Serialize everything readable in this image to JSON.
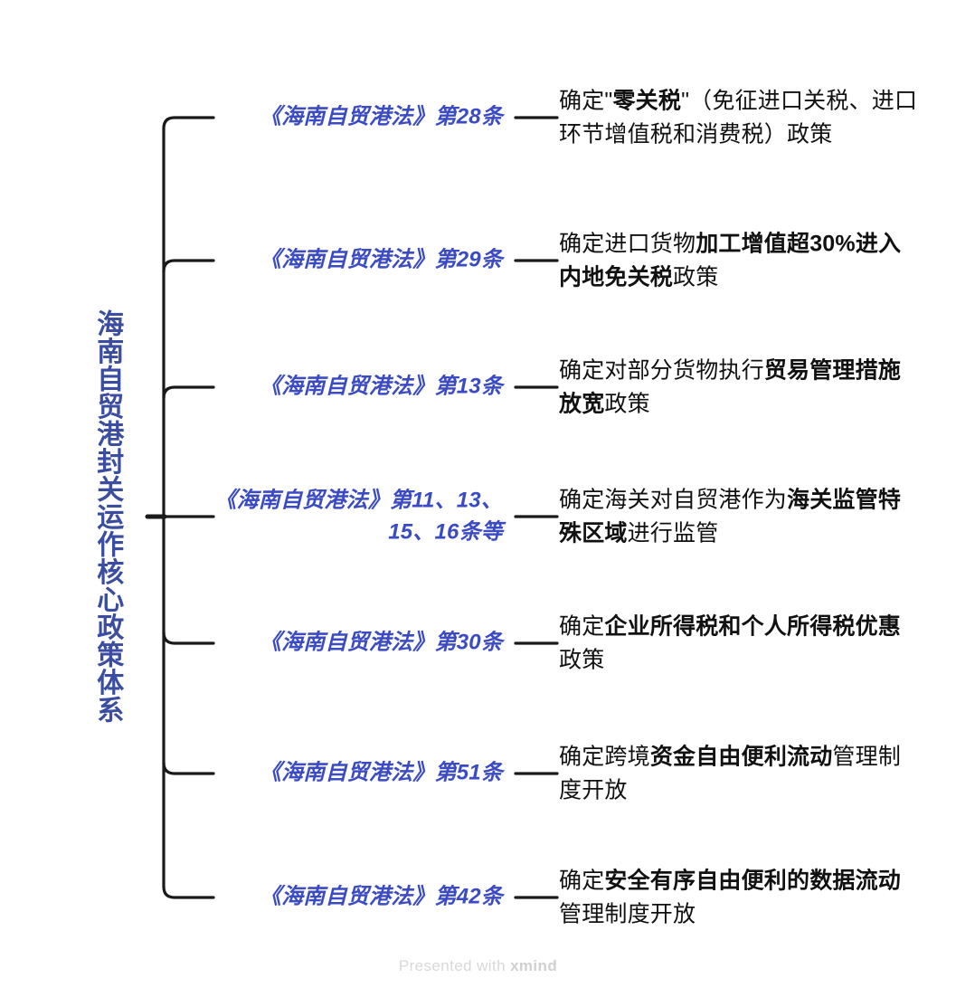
{
  "root": {
    "label": "海南自贸港封关运作核心政策体系",
    "color": "#3a4da0"
  },
  "theme": {
    "branch_title_color": "#3b4bc4",
    "branch_desc_color": "#111111",
    "connector_color": "#1a1a1a",
    "background": "#ffffff"
  },
  "branches": [
    {
      "title": "《海南自贸港法》第28条",
      "desc_parts": [
        {
          "text": "确定\"",
          "bold": false
        },
        {
          "text": "零关税",
          "bold": true
        },
        {
          "text": "\"（免征进口关税、进口环节增值税和消费税）政策",
          "bold": false
        }
      ],
      "desc_plain": "确定\"零关税\"（免征进口关税、进口环节增值税和消费税）政策"
    },
    {
      "title": "《海南自贸港法》第29条",
      "desc_parts": [
        {
          "text": "确定进口货物",
          "bold": false
        },
        {
          "text": "加工增值超30%进入内地免关税",
          "bold": true
        },
        {
          "text": "政策",
          "bold": false
        }
      ],
      "desc_plain": "确定进口货物加工增值超30%进入内地免关税政策"
    },
    {
      "title": "《海南自贸港法》第13条",
      "desc_parts": [
        {
          "text": "确定对部分货物执行",
          "bold": false
        },
        {
          "text": "贸易管理措施放宽",
          "bold": true
        },
        {
          "text": "政策",
          "bold": false
        }
      ],
      "desc_plain": "确定对部分货物执行贸易管理措施放宽政策"
    },
    {
      "title": "《海南自贸港法》第11、13、15、16条等",
      "desc_parts": [
        {
          "text": "确定海关对自贸港作为",
          "bold": false
        },
        {
          "text": "海关监管特殊区域",
          "bold": true
        },
        {
          "text": "进行监管",
          "bold": false
        }
      ],
      "desc_plain": "确定海关对自贸港作为海关监管特殊区域进行监管"
    },
    {
      "title": "《海南自贸港法》第30条",
      "desc_parts": [
        {
          "text": "确定",
          "bold": false
        },
        {
          "text": "企业所得税和个人所得税优惠",
          "bold": true
        },
        {
          "text": "政策",
          "bold": false
        }
      ],
      "desc_plain": "确定企业所得税和个人所得税优惠政策"
    },
    {
      "title": "《海南自贸港法》第51条",
      "desc_parts": [
        {
          "text": "确定跨境",
          "bold": false
        },
        {
          "text": "资金自由便利流动",
          "bold": true
        },
        {
          "text": "管理制度开放",
          "bold": false
        }
      ],
      "desc_plain": "确定跨境资金自由便利流动管理制度开放"
    },
    {
      "title": "《海南自贸港法》第42条",
      "desc_parts": [
        {
          "text": "确定",
          "bold": false
        },
        {
          "text": "安全有序自由便利的数据流动",
          "bold": true
        },
        {
          "text": "管理制度开放",
          "bold": false
        }
      ],
      "desc_plain": "确定安全有序自由便利的数据流动管理制度开放"
    }
  ],
  "watermark": {
    "prefix": "Presented with ",
    "brand": "xmind"
  }
}
